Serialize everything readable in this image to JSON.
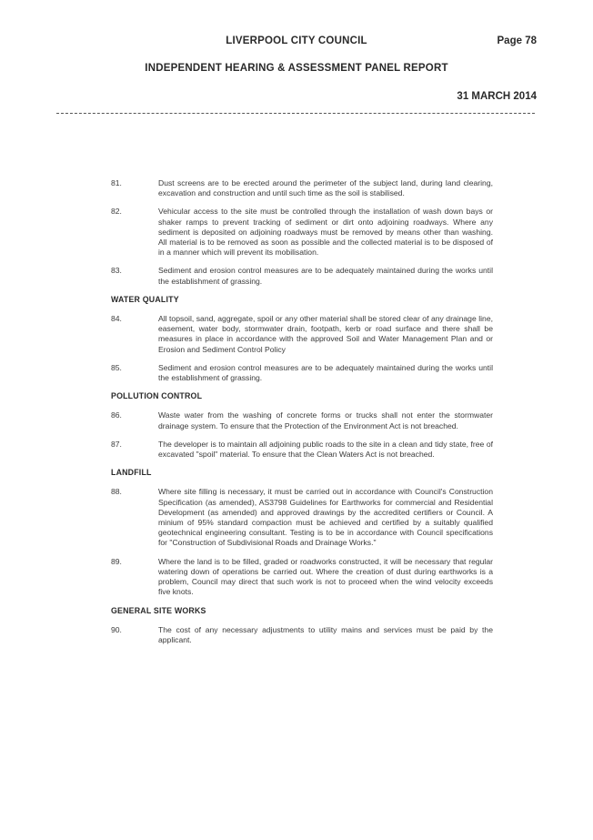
{
  "header": {
    "council": "LIVERPOOL CITY COUNCIL",
    "page": "Page 78",
    "report": "INDEPENDENT HEARING & ASSESSMENT PANEL REPORT",
    "date": "31 MARCH 2014"
  },
  "sections": [
    {
      "heading": "",
      "items": [
        {
          "num": "81.",
          "text": "Dust screens are to be erected around the perimeter of the subject land, during land clearing, excavation and construction and until such time as the soil is stabilised."
        },
        {
          "num": "82.",
          "text": "Vehicular access to the site must be controlled through the installation of wash down bays or shaker ramps to prevent tracking of sediment or dirt onto adjoining roadways. Where any sediment is deposited on adjoining roadways must be removed by means other than washing. All material is to be removed as soon as possible and the collected material is to be disposed of in a manner which will prevent its mobilisation."
        },
        {
          "num": "83.",
          "text": "Sediment and erosion control measures are to be adequately maintained during the works until the establishment of grassing."
        }
      ]
    },
    {
      "heading": "WATER QUALITY",
      "items": [
        {
          "num": "84.",
          "text": "All topsoil, sand, aggregate, spoil or any other material shall be stored clear of any drainage line, easement, water body, stormwater drain, footpath, kerb or road surface and there shall be measures in place in accordance with the approved Soil and Water Management Plan and or Erosion and Sediment Control Policy"
        },
        {
          "num": "85.",
          "text": "Sediment and erosion control measures are to be adequately maintained during the works until the establishment of grassing."
        }
      ]
    },
    {
      "heading": "POLLUTION CONTROL",
      "items": [
        {
          "num": "86.",
          "text": "Waste water from the washing of concrete forms or trucks shall not enter the stormwater drainage system. To ensure that the Protection of the Environment Act is not breached."
        },
        {
          "num": "87.",
          "text": "The developer is to maintain all adjoining public roads to the site in a clean and tidy state, free of excavated \"spoil\" material. To ensure that the Clean Waters Act is not breached."
        }
      ]
    },
    {
      "heading": "LANDFILL",
      "items": [
        {
          "num": "88.",
          "text": "Where site filling is necessary, it must be carried out in accordance with Council's Construction Specification (as amended), AS3798 Guidelines for Earthworks for commercial and Residential Development (as amended) and approved drawings by the accredited certifiers or Council. A minium of 95% standard compaction must be achieved and certified by a suitably qualified geotechnical engineering consultant. Testing is to be in accordance with Council specifications for \"Construction of Subdivisional Roads and Drainage Works.\""
        },
        {
          "num": "89.",
          "text": "Where the land is to be filled, graded or roadworks constructed, it will be necessary that regular watering down of operations be carried out. Where the creation of dust during earthworks is a problem, Council may direct that such work is not to proceed when the wind velocity exceeds five knots."
        }
      ]
    },
    {
      "heading": "GENERAL SITE WORKS",
      "items": [
        {
          "num": "90.",
          "text": "The cost of any necessary adjustments to utility mains and services must be paid by the applicant."
        }
      ]
    }
  ]
}
